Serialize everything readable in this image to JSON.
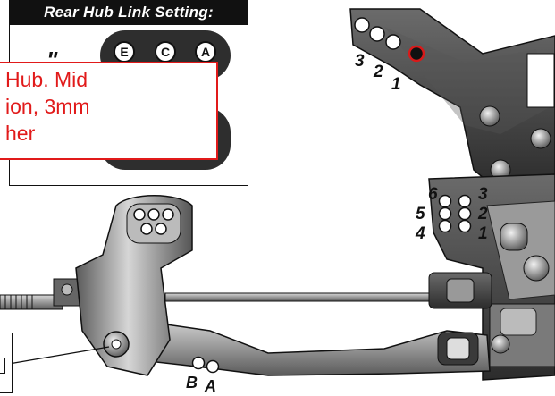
{
  "panel": {
    "title": "Rear Hub Link Setting:",
    "hub_letters": [
      "E",
      "C",
      "A"
    ],
    "mark": "\""
  },
  "annotation": {
    "text": "Hub. Mid\nion, 3mm\nher"
  },
  "shock_tower": {
    "hole_numbers": [
      "3",
      "2",
      "1"
    ]
  },
  "bulkhead": {
    "left_numbers": [
      "6",
      "5",
      "4"
    ],
    "right_numbers": [
      "3",
      "2",
      "1"
    ]
  },
  "arm": {
    "hole_letters": [
      "B",
      "A"
    ]
  },
  "colors": {
    "part_dark": "#3a3a3a",
    "part_mid": "#8a8a8a",
    "part_light": "#c9c9c9",
    "annotation_red": "#e11a1a",
    "highlight_hole": "#d81a1a"
  }
}
